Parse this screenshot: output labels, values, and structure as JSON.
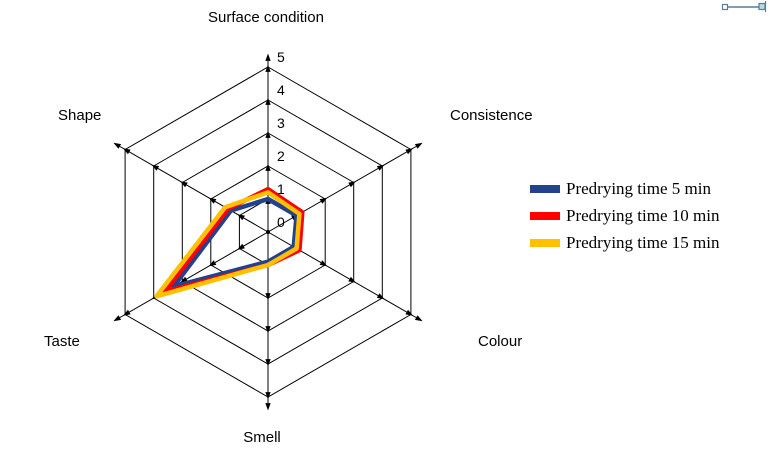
{
  "chart_data": {
    "type": "radar",
    "title": "",
    "categories": [
      "Surface condition",
      "Consistence",
      "Colour",
      "Smell",
      "Taste",
      "Shape"
    ],
    "rings": [
      0,
      1,
      2,
      3,
      4,
      5
    ],
    "rmax": 5,
    "axis_range": [
      0,
      5
    ],
    "grid": "hexagonal-with-arrowheads",
    "legend_position": "right",
    "series": [
      {
        "name": "Predrying time 5 min",
        "color": "#24418E",
        "values": [
          1.0,
          1.0,
          0.9,
          0.9,
          3.3,
          1.3
        ]
      },
      {
        "name": "Predrying time 10 min",
        "color": "#FF0000",
        "values": [
          1.3,
          1.2,
          1.1,
          1.0,
          3.6,
          1.4
        ]
      },
      {
        "name": "Predrying time 15 min",
        "color": "#FFC000",
        "values": [
          1.2,
          1.1,
          1.0,
          1.0,
          3.9,
          1.5
        ]
      }
    ]
  },
  "decoration": {
    "handle_color": "#5b7c99"
  }
}
